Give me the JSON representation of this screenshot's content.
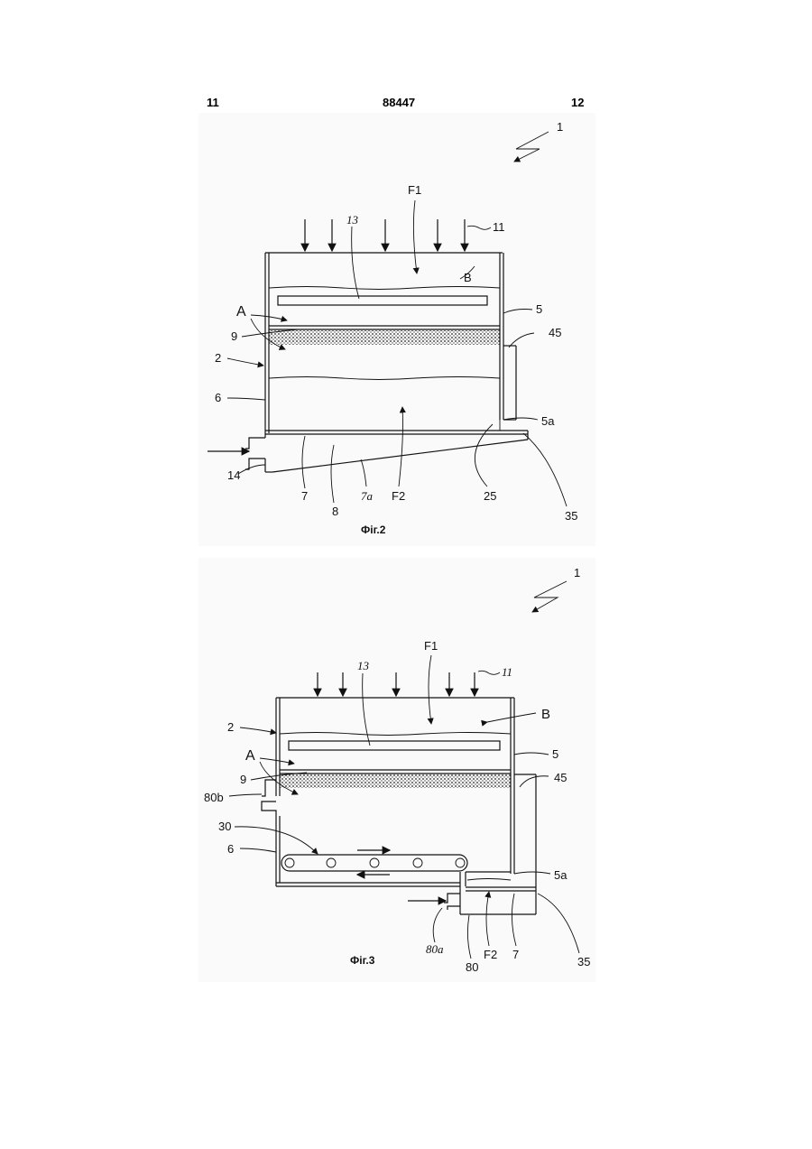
{
  "header": {
    "left_page": "11",
    "patent_number": "88447",
    "right_page": "12"
  },
  "figure2": {
    "caption": "Фіг.2",
    "labels": {
      "l1": "1",
      "F1": "F1",
      "l13": "13",
      "l11": "11",
      "B": "B",
      "A": "A",
      "l5": "5",
      "l9": "9",
      "l45": "45",
      "l2": "2",
      "l6": "6",
      "l5a": "5a",
      "l14": "14",
      "l7": "7",
      "l8": "8",
      "l7a": "7a",
      "F2": "F2",
      "l25": "25",
      "l35": "35"
    }
  },
  "figure3": {
    "caption": "Фіг.3",
    "labels": {
      "l1": "1",
      "F1": "F1",
      "l13": "13",
      "l11": "11",
      "B": "B",
      "l2": "2",
      "A": "A",
      "l5": "5",
      "l9": "9",
      "l45": "45",
      "l80b": "80b",
      "l30": "30",
      "l6": "6",
      "l5a": "5a",
      "l80a": "80a",
      "F2": "F2",
      "l7": "7",
      "l80": "80",
      "l35": "35"
    }
  }
}
